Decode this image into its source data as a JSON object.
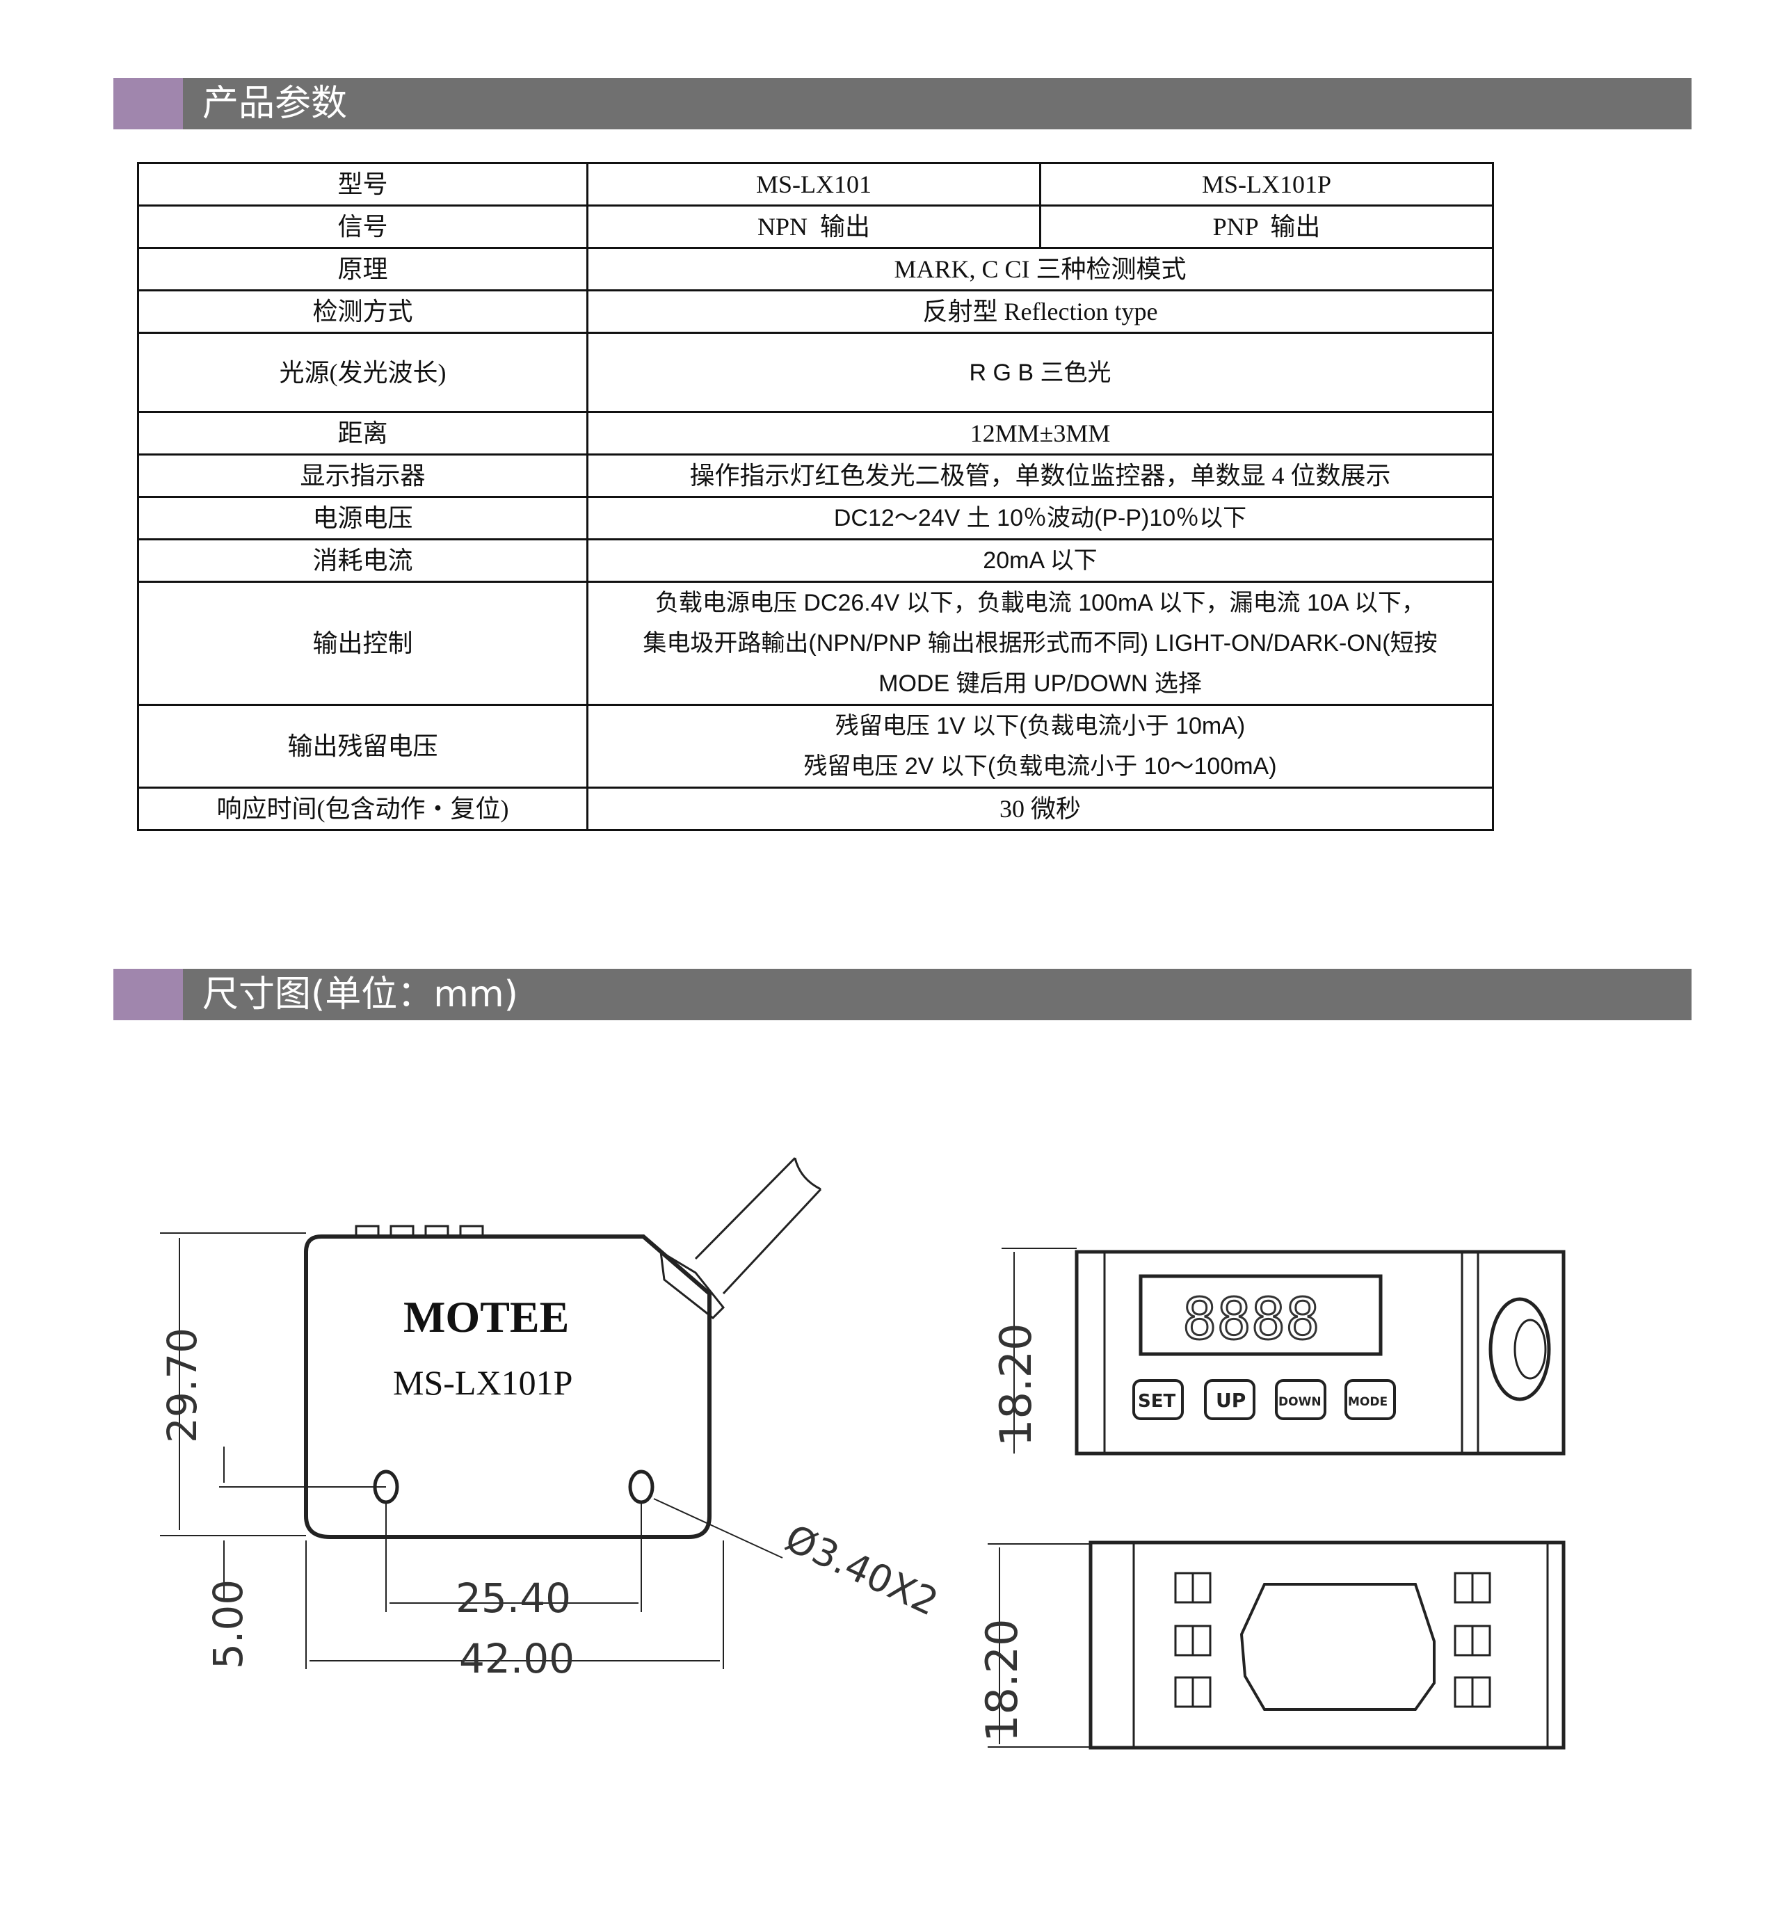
{
  "sections": {
    "params_title": "产品参数",
    "dims_title": "尺寸图(单位：mm)"
  },
  "colors": {
    "bar_gray": "#707070",
    "bar_accent": "#a086ad"
  },
  "spec_table": {
    "rows": [
      {
        "label": "型号",
        "values": [
          "MS-LX101",
          "MS-LX101P"
        ]
      },
      {
        "label": "信号",
        "values": [
          "NPN  输出",
          "PNP  输出"
        ]
      },
      {
        "label": "原理",
        "value": "MARK, C CI 三种检测模式"
      },
      {
        "label": "检测方式",
        "value": "反射型 Reflection type"
      },
      {
        "label": "光源(发光波长)",
        "value": "R G B 三色光"
      },
      {
        "label": "距离",
        "value": "12MM±3MM"
      },
      {
        "label": "显示指示器",
        "value": "操作指示灯红色发光二极管，单数位监控器，单数显 4 位数展示"
      },
      {
        "label": "电源电压",
        "value": "DC12～24V 土 10％波动(P-P)10％以下"
      },
      {
        "label": "消耗电流",
        "value": "20mA 以下"
      },
      {
        "label": "输出控制",
        "lines": [
          "负载电源电压 DC26.4V 以下，负載电流 100mA 以下，漏电流 10A 以下，",
          "集电圾开路輸出(NPN/PNP 输出根据形式而不同) LIGHT-ON/DARK-ON(短按",
          "MODE 键后用 UP/DOWN 选择"
        ]
      },
      {
        "label": "输出残留电压",
        "lines": [
          "残留电压 1V 以下(负裁电流小于 10mA)",
          "残留电压 2V 以下(负载电流小于 10～100mA)"
        ]
      },
      {
        "label": "响应时间(包含动作・复位)",
        "value": "30 微秒"
      }
    ]
  },
  "drawing": {
    "front_view": {
      "brand": "MOTEE",
      "model": "MS-LX101P",
      "dim_height": "29.70",
      "dim_hole_offset": "5.00",
      "dim_hole_spacing": "25.40",
      "dim_width": "42.00",
      "dim_hole_dia": "Ø3.40X2"
    },
    "top_view": {
      "dim_depth": "18.20",
      "buttons": [
        "SET",
        "UP",
        "DOWN",
        "MODE"
      ],
      "display": "8888"
    },
    "bottom_view": {
      "dim_depth": "18.20"
    }
  }
}
